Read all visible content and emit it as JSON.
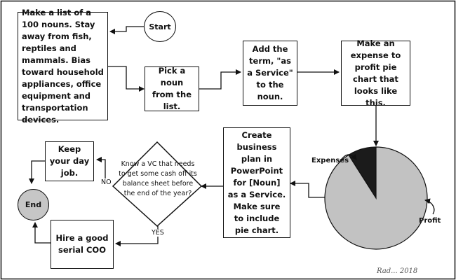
{
  "nodes": {
    "start": "Start",
    "end": "End",
    "list_nouns": "Make a list of a 100 nouns. Stay away from fish, reptiles and mammals. Bias toward household appliances, office equipment and transportation devices.",
    "pick_noun": "Pick a noun from the list.",
    "add_term": "Add the term, \"as a Service\" to the noun.",
    "pie_chart": "Make an expense to profit pie chart that looks like this.",
    "business_plan": "Create business plan in PowerPoint for [Noun] as a Service. Make sure to include pie chart.",
    "decision": "Know a VC that needs to get some cash off its balance sheet before the end of the year?",
    "keep_job": "Keep your day job.",
    "hire_coo": "Hire a good serial COO"
  },
  "edges": {
    "no_label": "NO",
    "yes_label": "YES"
  },
  "pie": {
    "expenses_label": "Expenses",
    "profit_label": "Profit",
    "expenses_color": "#1b1b1b",
    "profit_color": "#c2c2c2"
  },
  "chart_data": {
    "type": "pie",
    "categories": [
      "Expenses",
      "Profit"
    ],
    "values": [
      9,
      91
    ]
  },
  "signature": "Rad... 2018"
}
